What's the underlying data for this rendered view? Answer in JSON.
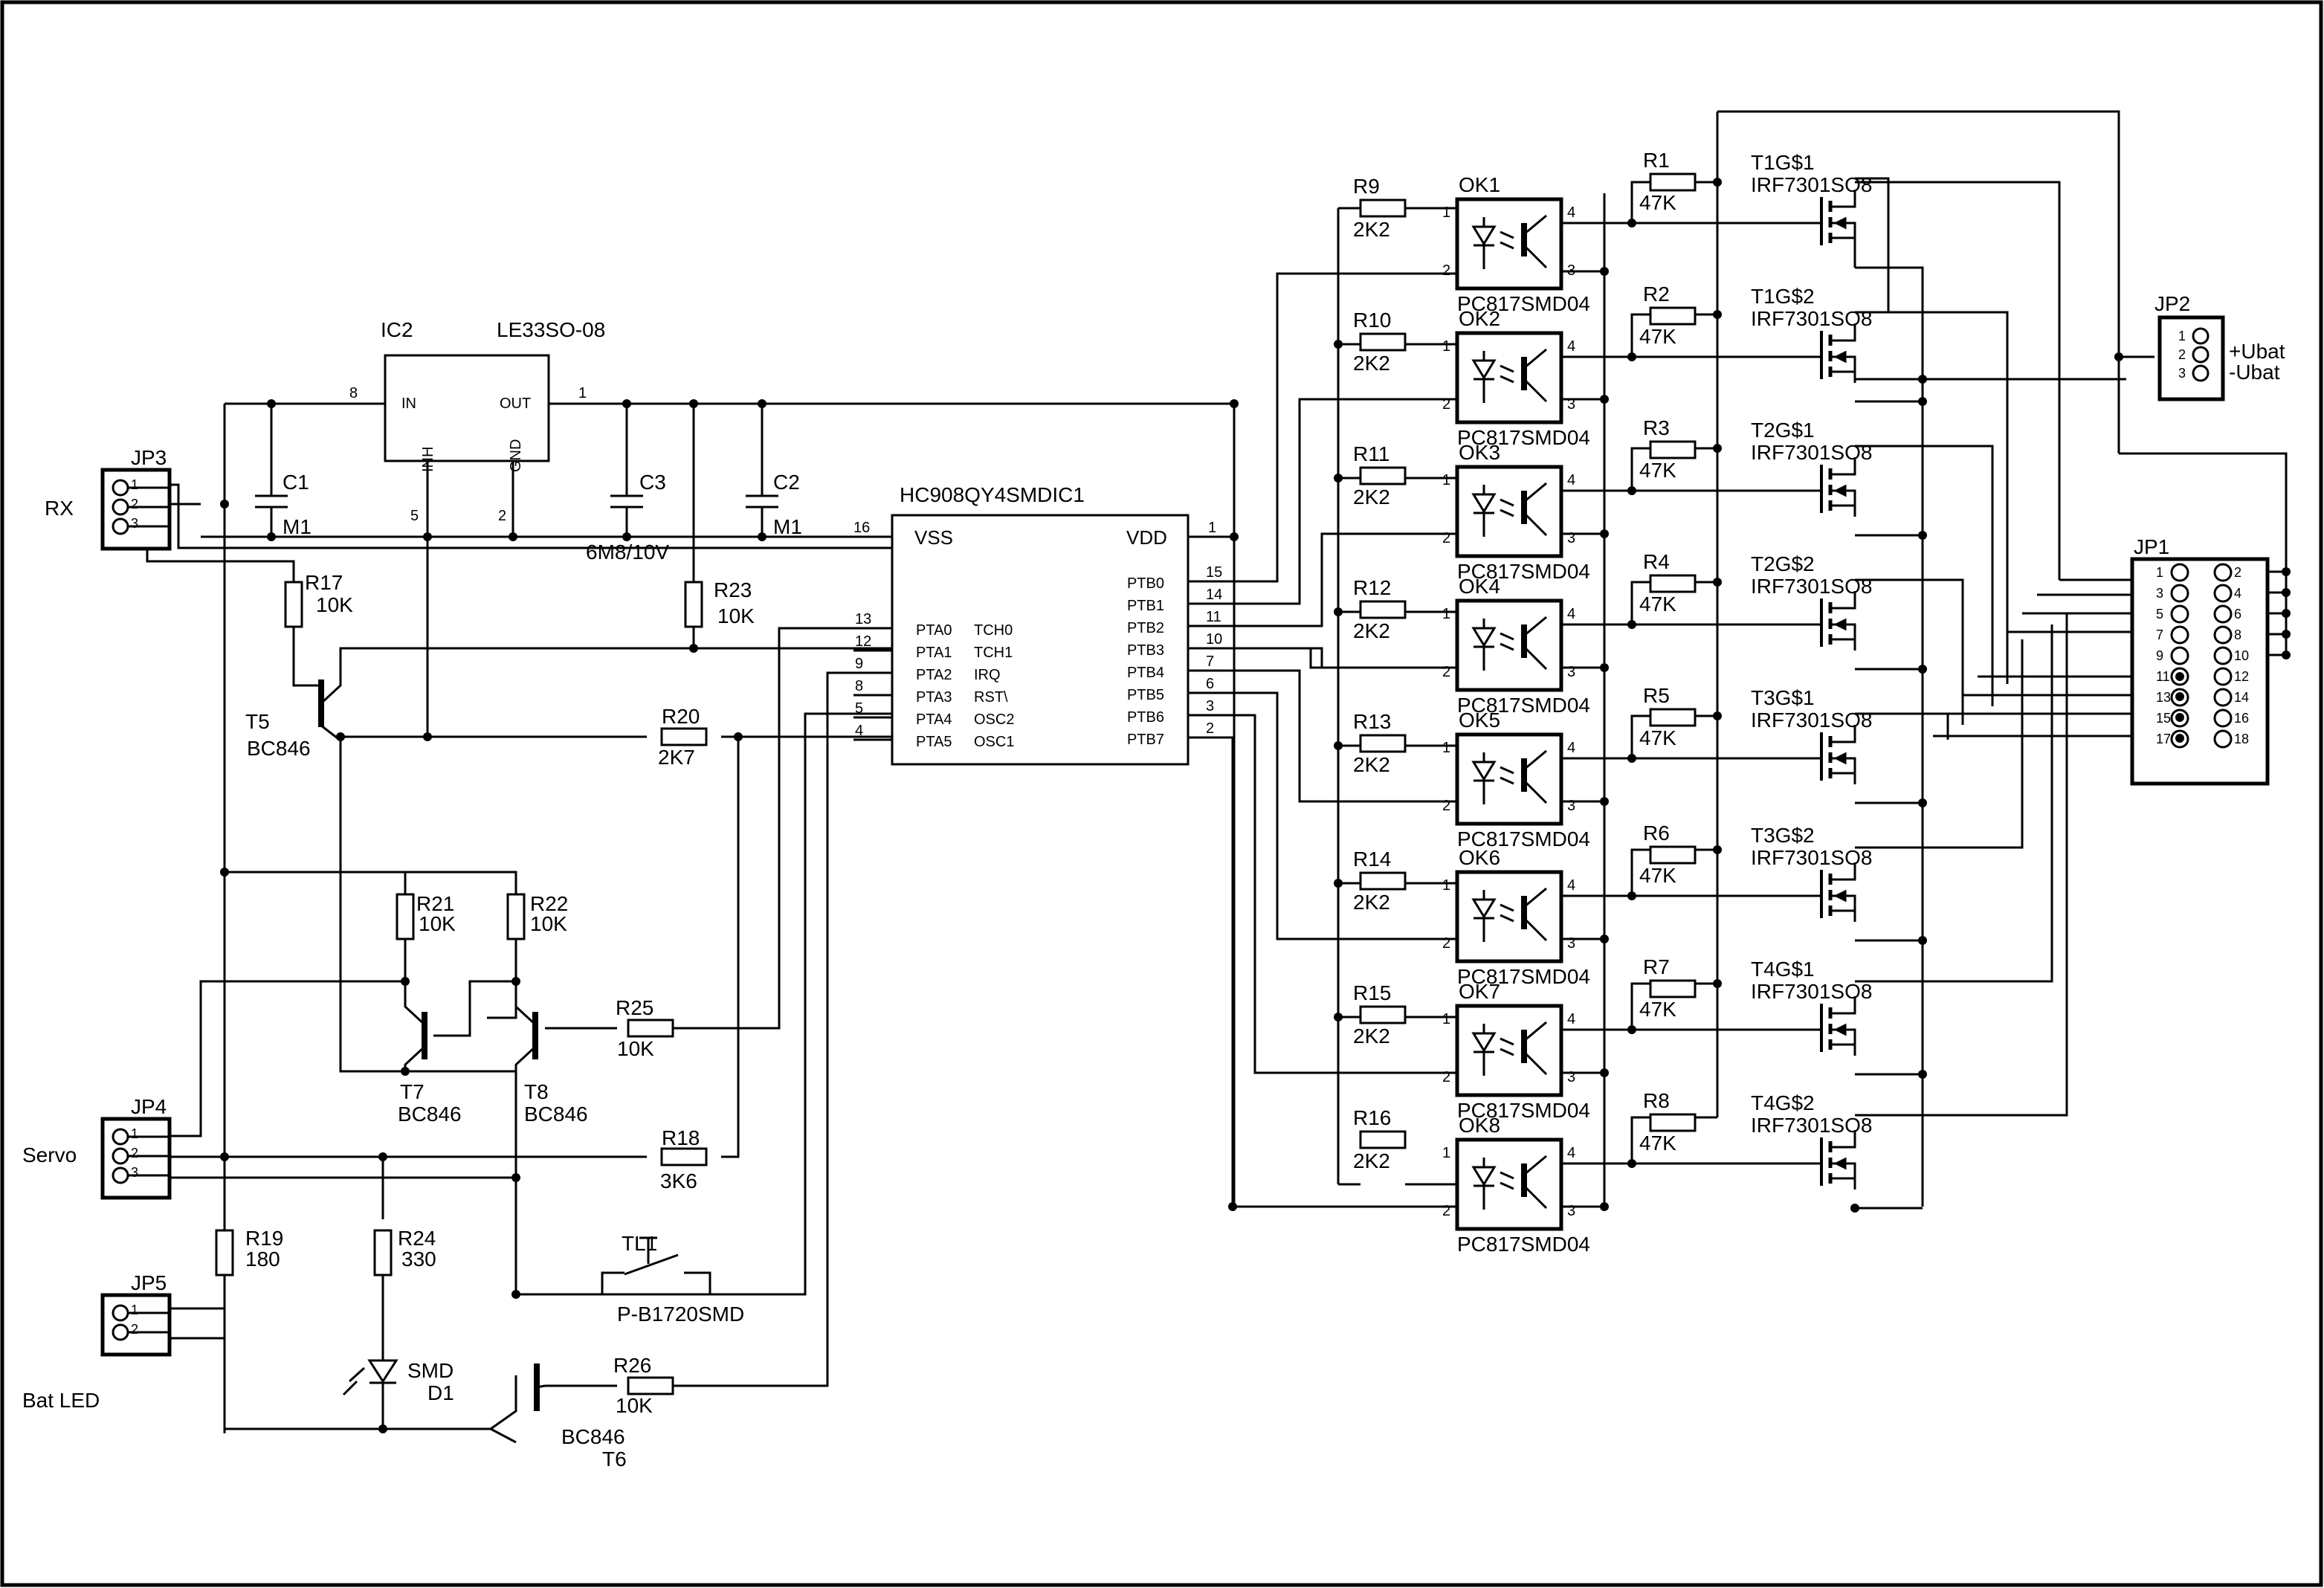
{
  "border_color": "#000000",
  "background": "#ffffff",
  "labels": {
    "rx": "RX",
    "servo": "Servo",
    "batled": "Bat LED",
    "ubat_plus": "+Ubat",
    "ubat_minus": "-Ubat"
  },
  "ic2": {
    "name": "IC2",
    "part": "LE33SO-08",
    "in": "IN",
    "out": "OUT",
    "inh": "INH",
    "gnd": "GND",
    "pin_in": "8",
    "pin_out": "1",
    "pin_inh": "5",
    "pin_gnd": "2"
  },
  "mcu": {
    "name": "HC908QY4SMDIC1",
    "vss": "VSS",
    "vdd": "VDD",
    "pin_vss": "16",
    "pin_vdd": "1",
    "left": [
      {
        "pin": "13",
        "name": "PTA0",
        "alt": "TCH0"
      },
      {
        "pin": "12",
        "name": "PTA1",
        "alt": "TCH1"
      },
      {
        "pin": "9",
        "name": "PTA2",
        "alt": "IRQ"
      },
      {
        "pin": "8",
        "name": "PTA3",
        "alt": "RST\\"
      },
      {
        "pin": "5",
        "name": "PTA4",
        "alt": "OSC2"
      },
      {
        "pin": "4",
        "name": "PTA5",
        "alt": "OSC1"
      }
    ],
    "right": [
      {
        "pin": "15",
        "name": "PTB0"
      },
      {
        "pin": "14",
        "name": "PTB1"
      },
      {
        "pin": "11",
        "name": "PTB2"
      },
      {
        "pin": "10",
        "name": "PTB3"
      },
      {
        "pin": "7",
        "name": "PTB4"
      },
      {
        "pin": "6",
        "name": "PTB5"
      },
      {
        "pin": "3",
        "name": "PTB6"
      },
      {
        "pin": "2",
        "name": "PTB7"
      }
    ]
  },
  "caps": [
    {
      "name": "C1",
      "value": "M1"
    },
    {
      "name": "C3",
      "value": "6M8/10V"
    },
    {
      "name": "C2",
      "value": "M1"
    }
  ],
  "resistors": {
    "R17": {
      "name": "R17",
      "value": "10K"
    },
    "R23": {
      "name": "R23",
      "value": "10K"
    },
    "R20": {
      "name": "R20",
      "value": "2K7"
    },
    "R21": {
      "name": "R21",
      "value": "10K"
    },
    "R22": {
      "name": "R22",
      "value": "10K"
    },
    "R25": {
      "name": "R25",
      "value": "10K"
    },
    "R18": {
      "name": "R18",
      "value": "3K6"
    },
    "R19": {
      "name": "R19",
      "value": "180"
    },
    "R24": {
      "name": "R24",
      "value": "330"
    },
    "R26": {
      "name": "R26",
      "value": "10K"
    }
  },
  "transistors": {
    "T5": {
      "name": "T5",
      "part": "BC846"
    },
    "T7": {
      "name": "T7",
      "part": "BC846"
    },
    "T8": {
      "name": "T8",
      "part": "BC846"
    },
    "T6": {
      "name": "T6",
      "part": "BC846"
    }
  },
  "led": {
    "name": "D1",
    "part": "SMD"
  },
  "switch": {
    "name": "TL1",
    "part": "P-B1720SMD"
  },
  "connectors": {
    "jp3": {
      "name": "JP3",
      "pins": [
        "1",
        "2",
        "3"
      ]
    },
    "jp4": {
      "name": "JP4",
      "pins": [
        "1",
        "2",
        "3"
      ]
    },
    "jp5": {
      "name": "JP5",
      "pins": [
        "1",
        "2"
      ]
    },
    "jp2": {
      "name": "JP2",
      "pins": [
        "1",
        "2",
        "3"
      ]
    },
    "jp1": {
      "name": "JP1",
      "odd": [
        "1",
        "3",
        "5",
        "7",
        "9",
        "11",
        "13",
        "15",
        "17"
      ],
      "even": [
        "2",
        "4",
        "6",
        "8",
        "10",
        "12",
        "14",
        "16",
        "18"
      ]
    }
  },
  "channels": [
    {
      "rin": "R9",
      "rin_val": "2K2",
      "ok": "OK1",
      "ok_part": "PC817SMD04",
      "rout": "R1",
      "rout_val": "47K",
      "fet": "T1G$1",
      "fet_part": "IRF7301SO8"
    },
    {
      "rin": "R10",
      "rin_val": "2K2",
      "ok": "OK2",
      "ok_part": "PC817SMD04",
      "rout": "R2",
      "rout_val": "47K",
      "fet": "T1G$2",
      "fet_part": "IRF7301SO8"
    },
    {
      "rin": "R11",
      "rin_val": "2K2",
      "ok": "OK3",
      "ok_part": "PC817SMD04",
      "rout": "R3",
      "rout_val": "47K",
      "fet": "T2G$1",
      "fet_part": "IRF7301SO8"
    },
    {
      "rin": "R12",
      "rin_val": "2K2",
      "ok": "OK4",
      "ok_part": "PC817SMD04",
      "rout": "R4",
      "rout_val": "47K",
      "fet": "T2G$2",
      "fet_part": "IRF7301SO8"
    },
    {
      "rin": "R13",
      "rin_val": "2K2",
      "ok": "OK5",
      "ok_part": "PC817SMD04",
      "rout": "R5",
      "rout_val": "47K",
      "fet": "T3G$1",
      "fet_part": "IRF7301SO8"
    },
    {
      "rin": "R14",
      "rin_val": "2K2",
      "ok": "OK6",
      "ok_part": "PC817SMD04",
      "rout": "R6",
      "rout_val": "47K",
      "fet": "T3G$2",
      "fet_part": "IRF7301SO8"
    },
    {
      "rin": "R15",
      "rin_val": "2K2",
      "ok": "OK7",
      "ok_part": "PC817SMD04",
      "rout": "R7",
      "rout_val": "47K",
      "fet": "T4G$1",
      "fet_part": "IRF7301SO8"
    },
    {
      "rin": "R16",
      "rin_val": "2K2",
      "ok": "OK8",
      "ok_part": "PC817SMD04",
      "rout": "R8",
      "rout_val": "47K",
      "fet": "T4G$2",
      "fet_part": "IRF7301SO8"
    }
  ],
  "ok_pins": [
    "1",
    "2",
    "3",
    "4"
  ]
}
